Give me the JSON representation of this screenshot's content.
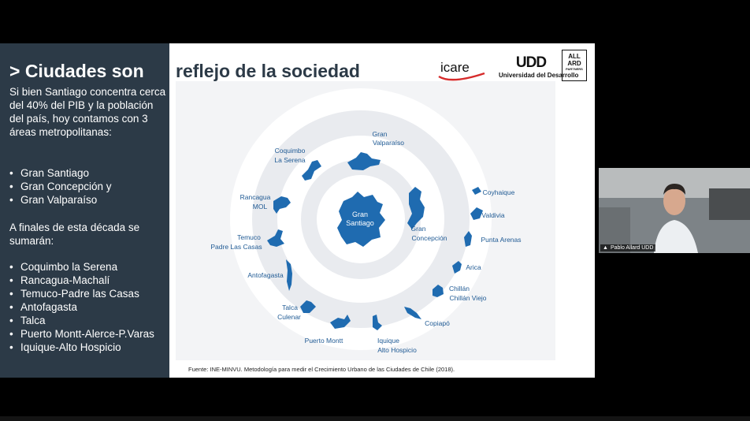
{
  "slide": {
    "title_left": ">    Ciudades son",
    "title_right": "reflejo de la sociedad",
    "intro": "Si bien Santiago concentra cerca del 40% del PIB y la población del país, hoy contamos con 3 áreas metropolitanas:",
    "current_areas": [
      "Gran Santiago",
      "Gran Concepción y",
      "Gran Valparaíso"
    ],
    "future_intro": "A finales de esta década se sumarán:",
    "future_areas": [
      "Coquimbo la Serena",
      "Rancagua-Machalí",
      "Temuco-Padre las Casas",
      "Antofagasta",
      "Talca",
      "Puerto Montt-Alerce-P.Varas",
      "Iquique-Alto Hospicio"
    ],
    "source": "Fuente: INE-MINVU. Metodología para medir el Crecimiento Urbano de las Ciudades de Chile (2018).",
    "logos": {
      "icare": "icare",
      "udd_mark": "UDD",
      "udd_name": "Universidad del Desarrollo",
      "allard_lines": [
        "ALL",
        "ARD"
      ],
      "allard_sub": "PARTNERS"
    }
  },
  "map": {
    "center": [
      "Gran",
      "Santiago"
    ],
    "cities": [
      {
        "label": [
          "Gran",
          "Valparaíso"
        ]
      },
      {
        "label": [
          "Coquimbo",
          "La Serena"
        ]
      },
      {
        "label": [
          "Rancagua",
          "MOL"
        ]
      },
      {
        "label": [
          "Temuco",
          "Padre Las Casas"
        ]
      },
      {
        "label": [
          "Antofagasta"
        ]
      },
      {
        "label": [
          "Talca",
          "Culenar"
        ]
      },
      {
        "label": [
          "Puerto Montt"
        ]
      },
      {
        "label": [
          "Iquique",
          "Alto Hospicio"
        ]
      },
      {
        "label": [
          "Copiapó"
        ]
      },
      {
        "label": [
          "Chillán",
          "Chillán Viejo"
        ]
      },
      {
        "label": [
          "Arica"
        ]
      },
      {
        "label": [
          "Gran",
          "Concepción"
        ]
      },
      {
        "label": [
          "Punta Arenas"
        ]
      },
      {
        "label": [
          "Valdivia"
        ]
      },
      {
        "label": [
          "Coyhaique"
        ]
      }
    ]
  },
  "video": {
    "participant": "Pablo Allard UDD"
  },
  "colors": {
    "panel": "#2c3a47",
    "map_blue": "#1f6bb0",
    "ring": "#e4e6ea",
    "label": "#1f5a94"
  }
}
